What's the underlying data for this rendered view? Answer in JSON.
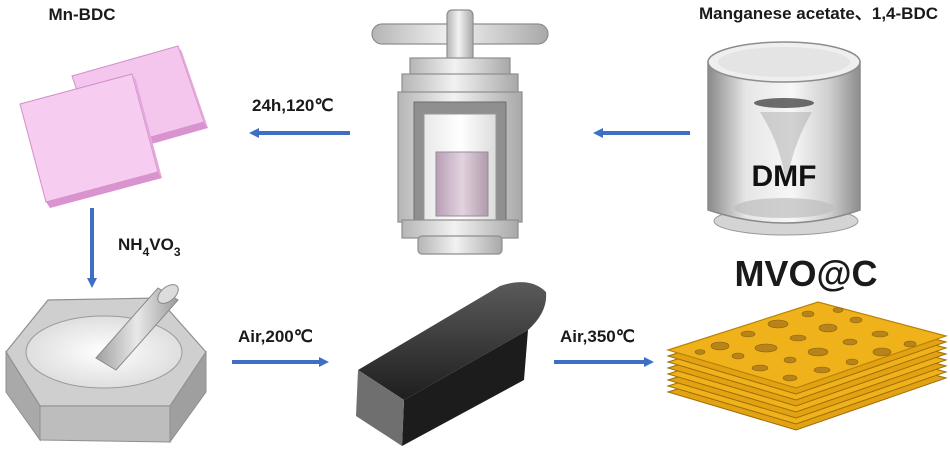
{
  "labels": {
    "mn_bdc": "Mn-BDC",
    "reagents": "Manganese acetate、1,4-BDC",
    "dmf": "DMF",
    "hydrothermal": "24h,120℃",
    "nh4vo3": {
      "a": "NH",
      "b": "4",
      "c": "VO",
      "d": "3"
    },
    "air200": "Air,200℃",
    "air350": "Air,350℃",
    "product": "MVO@C"
  },
  "colors": {
    "arrow": "#3f6fc4",
    "mnbdc_face": "#f4c6ee",
    "mnbdc_side": "#d993cf",
    "mortar": "#c8c8c8",
    "carbon": "#2b2b2b",
    "mvo": "#f0b21a",
    "liner_fill": "#c9b3c6"
  }
}
